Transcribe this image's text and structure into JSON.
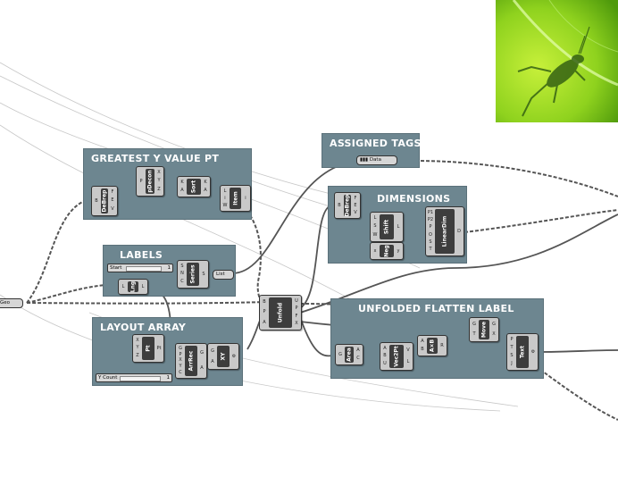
{
  "groups": {
    "greatest_y": "GREATEST Y VALUE PT",
    "assigned_tags": "ASSIGNED TAGS",
    "dimensions": "DIMENSIONS",
    "labels": "LABELS",
    "layout_array": "LAYOUT ARRAY",
    "unfolded_flatten_label": "UNFOLDED FLATTEN LABEL"
  },
  "components": {
    "debrep1": "DeBrep",
    "pdecon": "pDecon",
    "sort": "Sort",
    "item": "Item",
    "debrep2": "DeBrep",
    "shift": "Shift",
    "neg": "Neg",
    "lineardim": "LinearDim",
    "series": "Series",
    "list": "List",
    "lng": "Lng",
    "pt": "Pt",
    "arrrec": "ArrRec",
    "xy": "XY",
    "unfold": "Unfold",
    "area": "Area",
    "vec2pt": "Vec2Pt",
    "atob": "A×B",
    "move": "Move",
    "text": "Text"
  },
  "params": {
    "geo": "Geo",
    "data": "Data"
  },
  "sliders": {
    "start_label": "Start",
    "start_value": "1",
    "ycount_label": "Y Count",
    "ycount_value": "1"
  },
  "colors": {
    "group_fill": "#6d8690",
    "component_body": "#3d3d3d",
    "component_frame": "#c9c9c9",
    "wire": "#555555",
    "leaf_green": "#8fd21e"
  }
}
